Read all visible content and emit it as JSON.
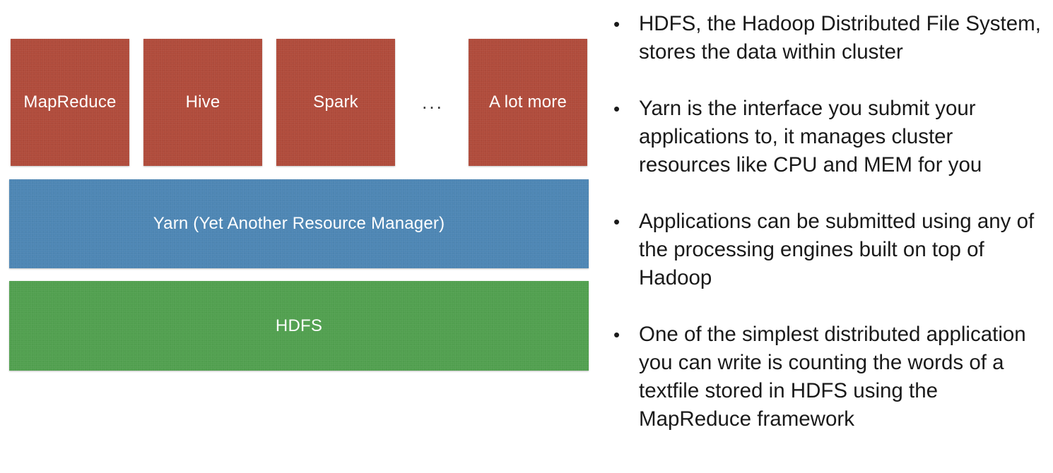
{
  "diagram": {
    "engines": [
      {
        "label": "MapReduce"
      },
      {
        "label": "Hive"
      },
      {
        "label": "Spark"
      },
      {
        "label": "A lot more"
      }
    ],
    "ellipsis": "...",
    "yarn_label": "Yarn (Yet Another Resource Manager)",
    "hdfs_label": "HDFS",
    "colors": {
      "engine": "#b04b3b",
      "yarn": "#4d86b4",
      "hdfs": "#51a04f"
    }
  },
  "bullets": [
    "HDFS, the Hadoop Distributed File System, stores the data within cluster",
    "Yarn is the interface you submit your applications to, it manages cluster resources like CPU and MEM for you",
    "Applications can be submitted using any of the processing engines built on top of Hadoop",
    "One of the simplest distributed application you can write is counting the words of a textfile stored in HDFS using the MapReduce framework"
  ]
}
